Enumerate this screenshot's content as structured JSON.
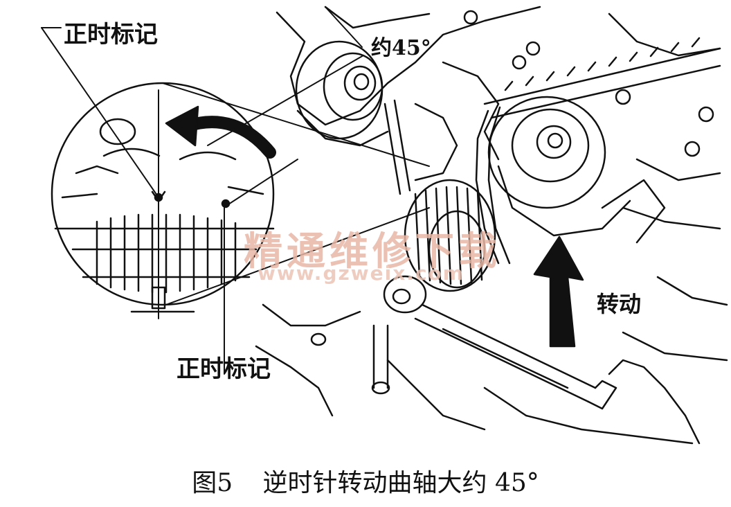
{
  "labels": {
    "timing_mark_top": "正时标记",
    "timing_mark_bottom": "正时标记",
    "angle": "约45°",
    "rotate": "转动"
  },
  "watermark": {
    "text": "精通维修下载",
    "url": "www.gzweix.com"
  },
  "caption": {
    "figure_no": "图5",
    "title": "逆时针转动曲轴大约 45°"
  },
  "colors": {
    "ink": "#111111",
    "watermark": "#e8b7a6"
  }
}
